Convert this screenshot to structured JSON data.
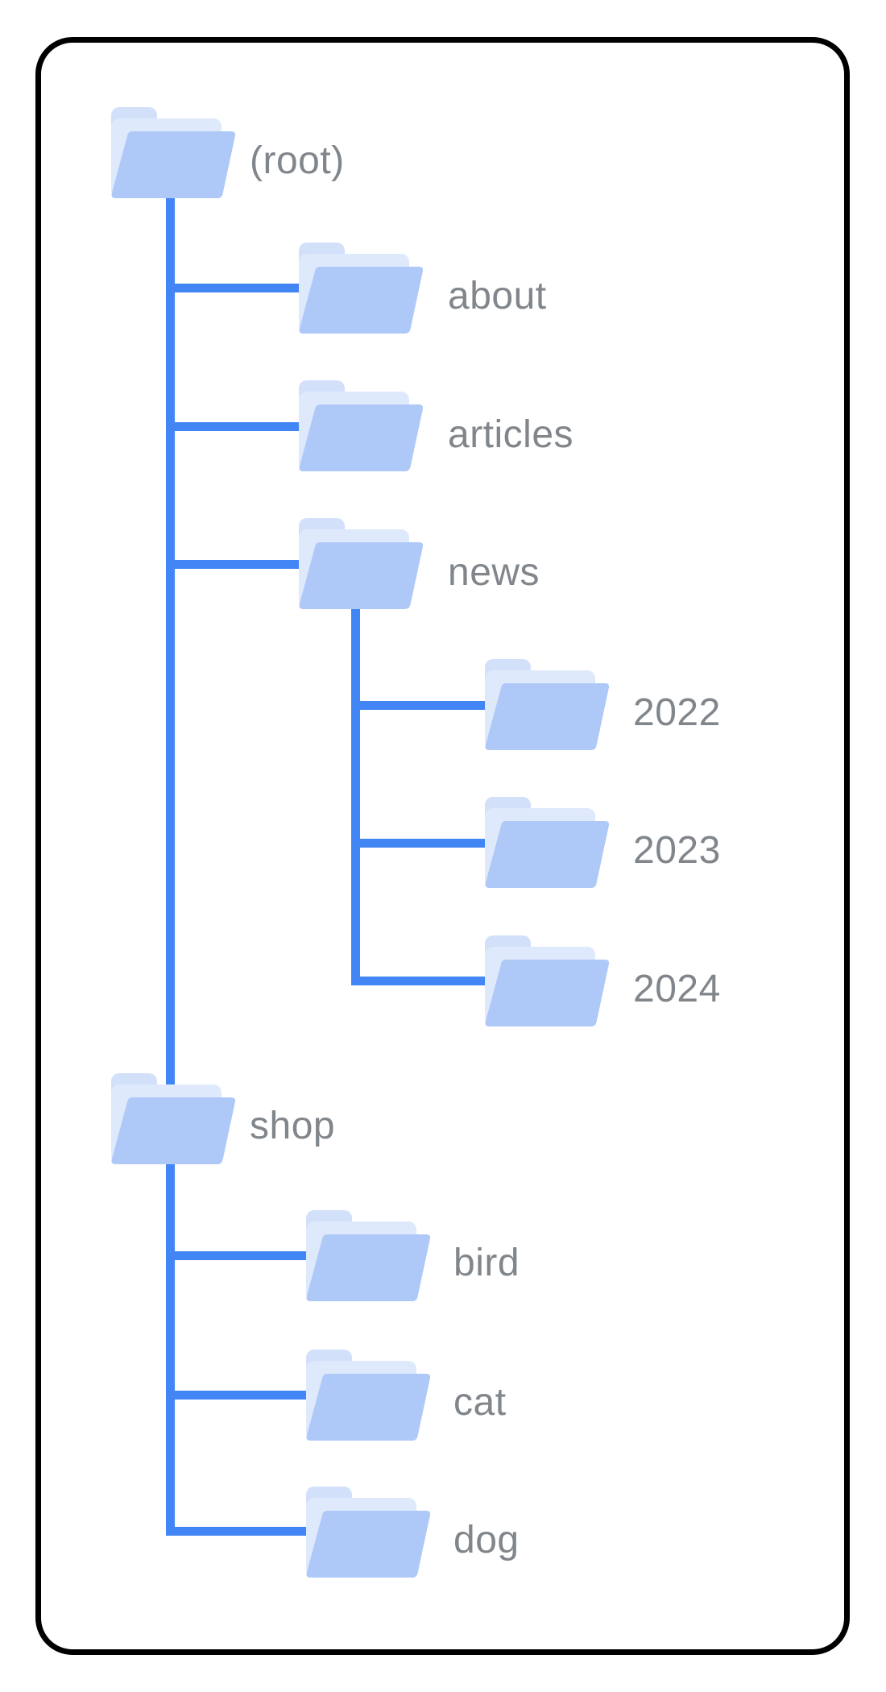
{
  "colors": {
    "connector_blue": "#4285f4",
    "folder_front": "#aec9f8",
    "folder_back": "#dfe9fc",
    "folder_tab": "#d2e0fa",
    "label_gray": "#80868b",
    "card_border": "#000000",
    "card_background": "#ffffff"
  },
  "tree": {
    "root": {
      "label": "(root)",
      "children": [
        {
          "label": "about",
          "children": []
        },
        {
          "label": "articles",
          "children": []
        },
        {
          "label": "news",
          "children": [
            {
              "label": "2022",
              "children": []
            },
            {
              "label": "2023",
              "children": []
            },
            {
              "label": "2024",
              "children": []
            }
          ]
        },
        {
          "label": "shop",
          "children": [
            {
              "label": "bird",
              "children": []
            },
            {
              "label": "cat",
              "children": []
            },
            {
              "label": "dog",
              "children": []
            }
          ]
        }
      ]
    }
  }
}
